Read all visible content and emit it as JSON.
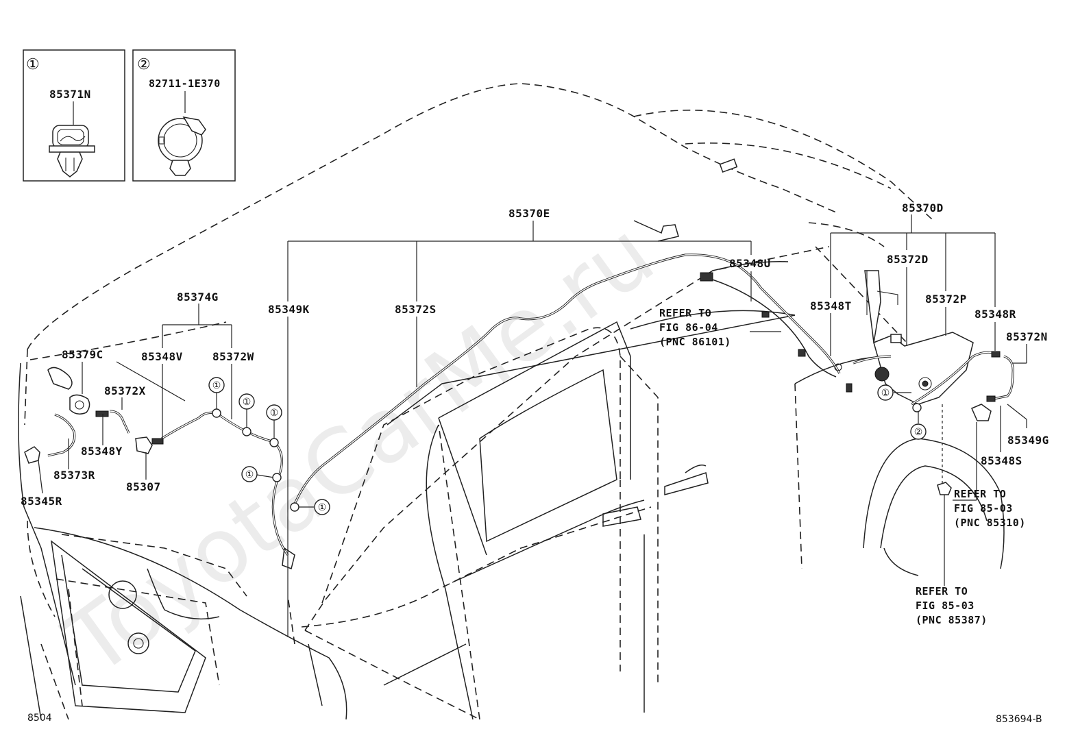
{
  "watermark": "ToyotaCarMe.ru",
  "figure_code": "8504",
  "illustration_id": "853694-B",
  "insets": [
    {
      "marker": "①",
      "part": "85371N"
    },
    {
      "marker": "②",
      "part": "82711-1E370"
    }
  ],
  "parts": {
    "p85370E": "85370E",
    "p85349K": "85349K",
    "p85372S": "85372S",
    "p85348U": "85348U",
    "p85374G": "85374G",
    "p85348V": "85348V",
    "p85372W": "85372W",
    "p85379C": "85379C",
    "p85372X": "85372X",
    "p85348Y": "85348Y",
    "p85307": "85307",
    "p85373R": "85373R",
    "p85345R": "85345R",
    "p85370D": "85370D",
    "p85372D": "85372D",
    "p85348T": "85348T",
    "p85372P": "85372P",
    "p85348R": "85348R",
    "p85372N": "85372N",
    "p85349G": "85349G",
    "p85348S": "85348S"
  },
  "clip_markers": {
    "one": "①",
    "two": "②"
  },
  "refs": [
    {
      "line1": "REFER TO",
      "line2": "FIG 86-04",
      "line3": "(PNC 86101)"
    },
    {
      "line1": "REFER TO",
      "line2": "FIG 85-03",
      "line3": "(PNC 85310)"
    },
    {
      "line1": "REFER TO",
      "line2": "FIG 85-03",
      "line3": "(PNC 85387)"
    }
  ]
}
